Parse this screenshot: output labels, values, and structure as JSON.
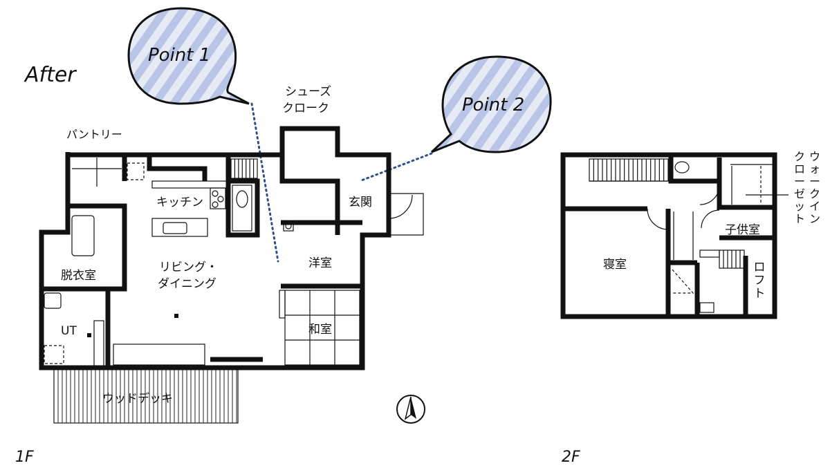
{
  "title": "After",
  "callouts": [
    {
      "id": "point1",
      "label": "Point 1"
    },
    {
      "id": "point2",
      "label": "Point 2"
    }
  ],
  "floor1": {
    "label": "1F",
    "rooms": {
      "shoes": "シューズ\nクローク",
      "pantry": "パントリー",
      "kitchen": "キッチン",
      "entrance": "玄関",
      "living": "リビング・\nダイニング",
      "western": "洋室",
      "dressing": "脱衣室",
      "ut": "UT",
      "japanese": "和室",
      "deck": "ウッドデッキ"
    }
  },
  "floor2": {
    "label": "2F",
    "rooms": {
      "walkin": "ウォークイン\nクローゼット",
      "child": "子供室",
      "bedroom": "寝室",
      "loft": "ロフト"
    }
  },
  "colors": {
    "wall": "#111111",
    "bubble_stripe": "#b8c4e4",
    "bubble_base": "#dfe5f3",
    "leader_dot": "#2f4f8a"
  },
  "icons": [
    "north-arrow-icon",
    "speech-bubble-icon"
  ]
}
